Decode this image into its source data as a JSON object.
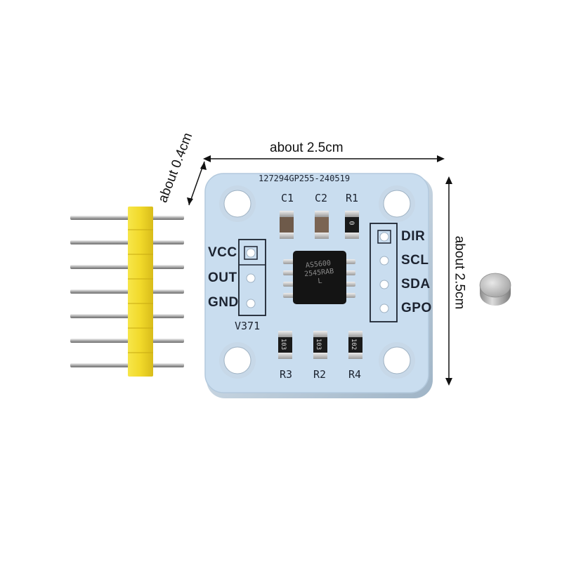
{
  "dimensions": {
    "width_label": "about 2.5cm",
    "height_label": "about 2.5cm",
    "thickness_label": "about 0.4cm"
  },
  "board": {
    "serial": "127294GP255-240519",
    "version": "V371",
    "color": "#c9ddef",
    "components_top": [
      "C1",
      "C2",
      "R1"
    ],
    "components_bottom": [
      "R3",
      "R2",
      "R4"
    ],
    "left_pins": [
      "VCC",
      "OUT",
      "GND"
    ],
    "right_pins": [
      "DIR",
      "SCL",
      "SDA",
      "GPO"
    ],
    "resistor_codes": {
      "R1": "0",
      "R3": "103",
      "R2": "103",
      "R4": "102"
    },
    "chip_marking": [
      "AS5600",
      "2545RAB",
      "L"
    ]
  },
  "header_pins": {
    "count": 7,
    "color": "#f3df2f"
  },
  "magnet": {
    "color": "#c9c9c9"
  }
}
